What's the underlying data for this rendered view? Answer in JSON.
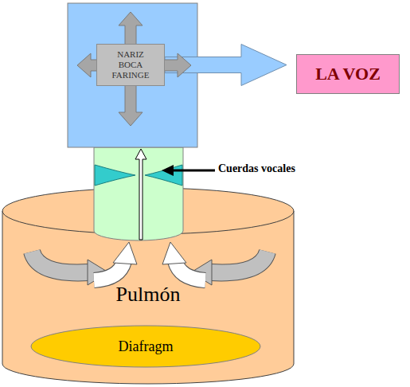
{
  "diagram": {
    "nodes": [
      {
        "text": [
          "NARIZ BOCA FARINGE"
        ]
      },
      {
        "text": [
          "LA VOZ"
        ]
      },
      {
        "text": [
          "Pulmón"
        ]
      },
      {
        "text": [
          "Diafragm"
        ],
        "in": 2
      }
    ],
    "edges": [
      {
        "from": 0,
        "to": 1,
        "arrow": "to"
      }
    ],
    "labels": [
      "Cuerdas vocales"
    ]
  }
}
